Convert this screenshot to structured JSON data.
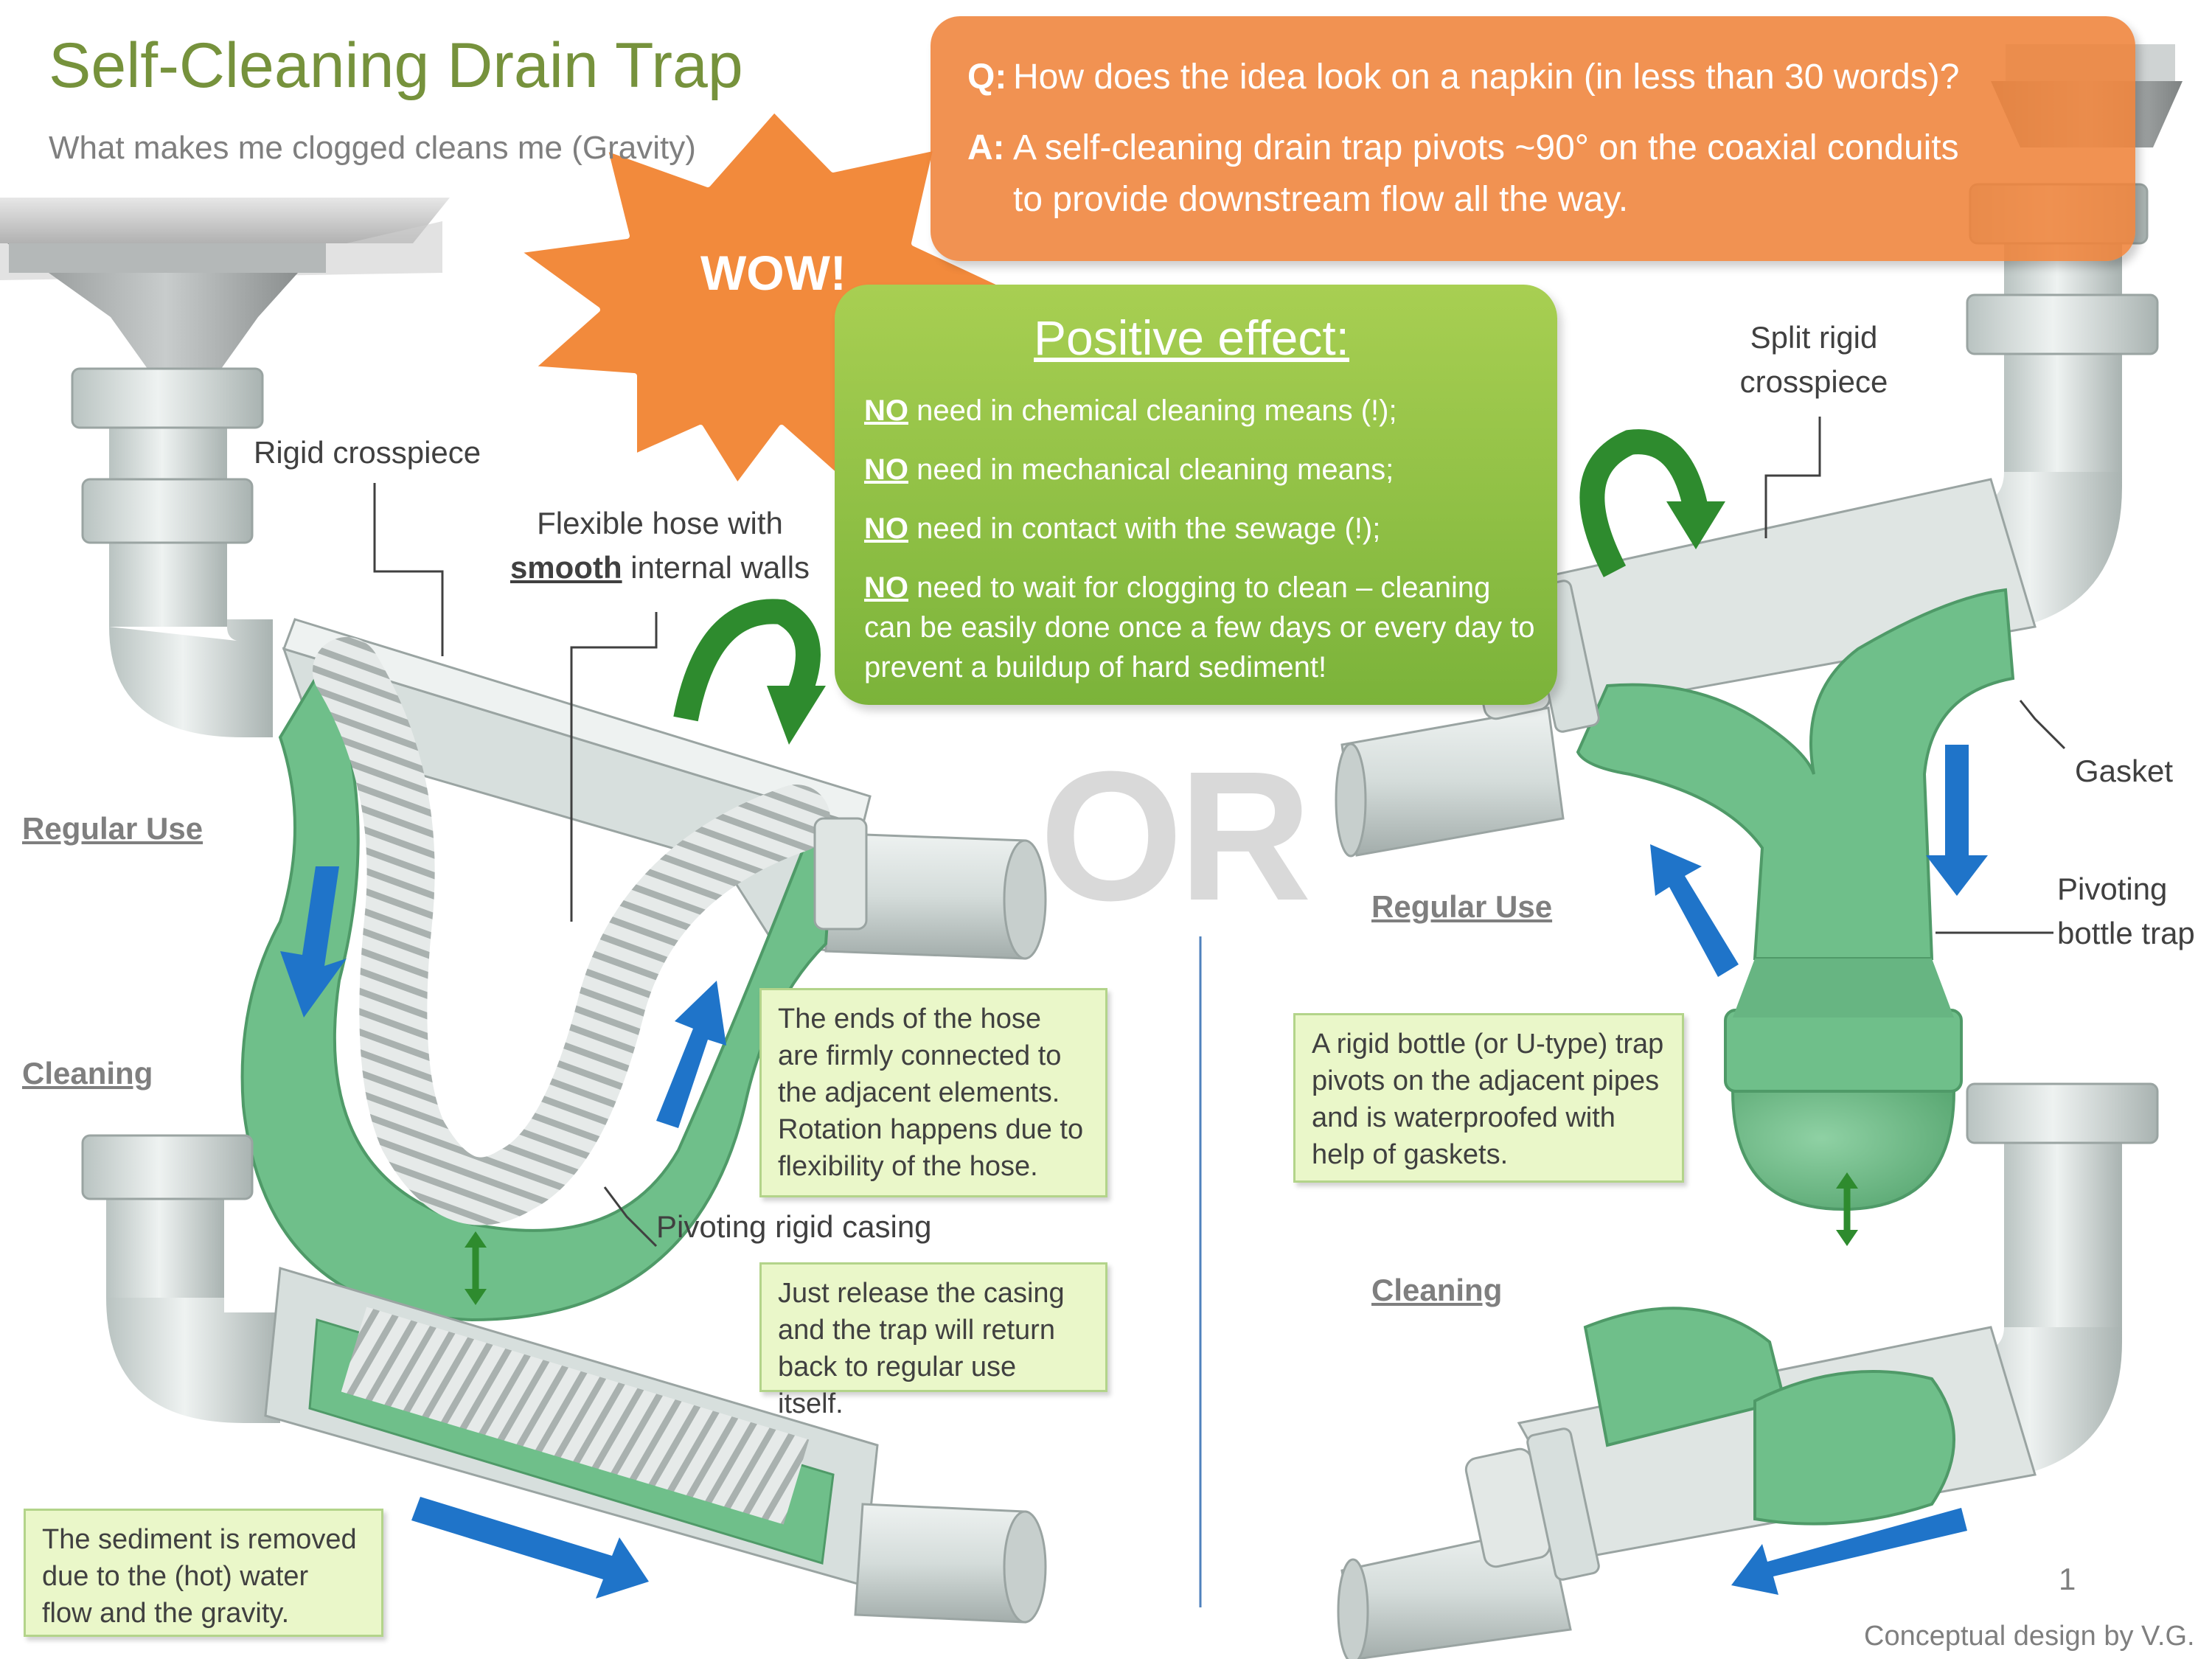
{
  "title": "Self-Cleaning Drain Trap",
  "subtitle": "What makes me clogged cleans me (Gravity)",
  "burst": "WOW!",
  "qa": {
    "q_label": "Q:",
    "question": "How does the idea look on a napkin (in less than 30 words)?",
    "a_label": "A:",
    "answer_line1": "A self-cleaning drain trap pivots ~90° on the coaxial conduits",
    "answer_line2": "to provide downstream flow all the way."
  },
  "positive": {
    "heading": "Positive effect:",
    "no": "NO",
    "items": [
      "need in chemical cleaning means (!);",
      "need in mechanical cleaning means;",
      "need in contact with the sewage (!);",
      "need to wait for clogging to clean – cleaning can be easily done once a few days or every day to prevent a buildup of hard sediment!"
    ]
  },
  "or_text": "OR",
  "left": {
    "rigid_crosspiece": "Rigid crosspiece",
    "hose_pre": "Flexible hose with",
    "hose_smooth": "smooth",
    "hose_post": "internal walls",
    "regular_use": "Regular Use",
    "cleaning": "Cleaning",
    "pivoting_casing": "Pivoting rigid casing",
    "note_hose": "The ends of the hose are firmly connected to the adjacent elements. Rotation happens due to flexibility of the hose.",
    "note_release": "Just release the casing and the trap will return back to regular use itself.",
    "note_sediment": "The sediment is removed due to the (hot) water flow and the gravity."
  },
  "right": {
    "split_crosspiece": "Split rigid crosspiece",
    "gasket": "Gasket",
    "pivoting_bottle": "Pivoting bottle trap",
    "regular_use": "Regular Use",
    "cleaning": "Cleaning",
    "note_bottle": "A rigid bottle (or U-type) trap pivots on the adjacent pipes  and is waterproofed with help of gaskets."
  },
  "page_number": "1",
  "credit": "Conceptual design by V.G.",
  "colors": {
    "title_green": "#76923c",
    "pipe_grey": "#cfd8d6",
    "trap_green": "#6fbf8a",
    "flow_blue": "#1f74c9",
    "rotate_green": "#2e8b2e",
    "burst_orange": "#f28a3c",
    "qa_orange": "#ef833a",
    "positive_green": "#8dc043",
    "note_bg": "#eaf7c9"
  }
}
